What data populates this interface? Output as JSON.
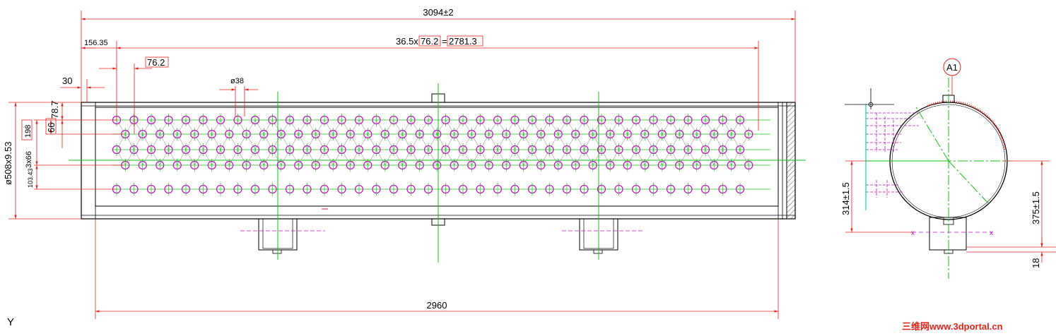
{
  "dimensions": {
    "overall_length": "3094±2",
    "pitch_total_prefix": "36.5x",
    "pitch_total_box": "76.2",
    "pitch_total_eq": "=",
    "pitch_total_result": "2781.3",
    "offset_first_hole": "156.35",
    "hole_pitch": "76.2",
    "end_offset": "30",
    "hole_diameter": "ø38",
    "shell_size": "ø508x9.53",
    "row_spacing_a": "78.7",
    "row_spacing_b": "66",
    "row_spacing_c_prefix": "3x66",
    "row_spacing_c_box": "198",
    "row_spacing_d": "103.43",
    "inner_length": "2960",
    "height_a": "314±1.5",
    "height_b": "375±1.5",
    "base_thickness": "18"
  },
  "labels": {
    "section_marker": "A1",
    "axis_label": "Y"
  },
  "watermark": "三维网www.3dportal.cn",
  "colors": {
    "dimension_line": "#e0241b",
    "hole_outline": "#c010c0",
    "center_line": "#16c016",
    "outline": "#000000",
    "section_axis": "#00b0b0"
  },
  "tube_sheet": {
    "rows": [
      {
        "holes": 37,
        "offset": "even"
      },
      {
        "holes": 37,
        "offset": "odd"
      },
      {
        "holes": 37,
        "offset": "even"
      },
      {
        "holes": 37,
        "offset": "odd"
      },
      {
        "holes": 37,
        "offset": "even"
      }
    ]
  }
}
